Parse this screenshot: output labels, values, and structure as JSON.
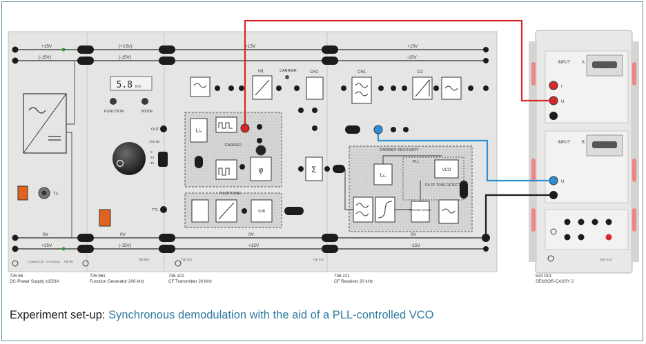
{
  "caption": {
    "prefix": "Experiment set-up:",
    "title": "Synchronous demodulation with the aid of a PLL-controlled VCO"
  },
  "modules": [
    {
      "id": "power",
      "number": "726 86",
      "name": "DC-Power Supply ±15/3A",
      "panel_tag": "726 86"
    },
    {
      "id": "fg",
      "number": "726 961",
      "name": "Function Generator 200 kHz",
      "panel_tag": "726 961"
    },
    {
      "id": "tx",
      "number": "736 101",
      "name": "CF Transmitter 20 kHz",
      "panel_tag": "726 101"
    },
    {
      "id": "rx",
      "number": "736 221",
      "name": "CF Receiver 20 kHz",
      "panel_tag": "736 221"
    },
    {
      "id": "cassy",
      "number": "524 013",
      "name": "SENSOR-CASSY 2",
      "panel_tag": "524 013"
    }
  ],
  "rails": {
    "top_a": [
      "+15V",
      "(+15V)",
      "+15V",
      "+15V"
    ],
    "top_b": [
      "(-15V)",
      "(-15V)",
      "-15V"
    ],
    "bottom_a": [
      "0V",
      "0V",
      "0V",
      "0V"
    ],
    "bottom_b": [
      "+15V",
      "(-15V)",
      "+15V",
      "-15V"
    ]
  },
  "function_generator": {
    "display": "5.8",
    "display_unit": "kHz",
    "function_label": "FUNCTION",
    "mode_label": "MODE",
    "out_label": "OUT",
    "ttl_label": "TTL",
    "attenuation": [
      "ATE dB",
      "0",
      "20",
      "40"
    ]
  },
  "transmitter": {
    "m1": "M1",
    "carrier": "CARRIER",
    "ch2": "CH2",
    "carrier_box": "CARRIER",
    "pilottone": "PILOTTONE",
    "sum": "Σ"
  },
  "receiver": {
    "ch1": "CH1",
    "d2": "D2",
    "carrier_recovery": "CARRIER RECOVERY",
    "pll": "PLL",
    "vco": "VCO",
    "pilot_tone_detection": "PILOT TONE DETECTION",
    "phase_conv": "PHASE CONV"
  },
  "cassy": {
    "input_a": "INPUT",
    "a": "A",
    "input_b": "INPUT",
    "b": "B",
    "u": "U"
  },
  "power_supply": {
    "t1": "T1"
  },
  "colors": {
    "caption_highlight": "#2e7a9f",
    "red_lead": "#d8262b",
    "blue_lead": "#2a8fd6",
    "black_lead": "#1a1a1a",
    "panel": "#e3e3e1",
    "frame": "#5c8f9c"
  }
}
